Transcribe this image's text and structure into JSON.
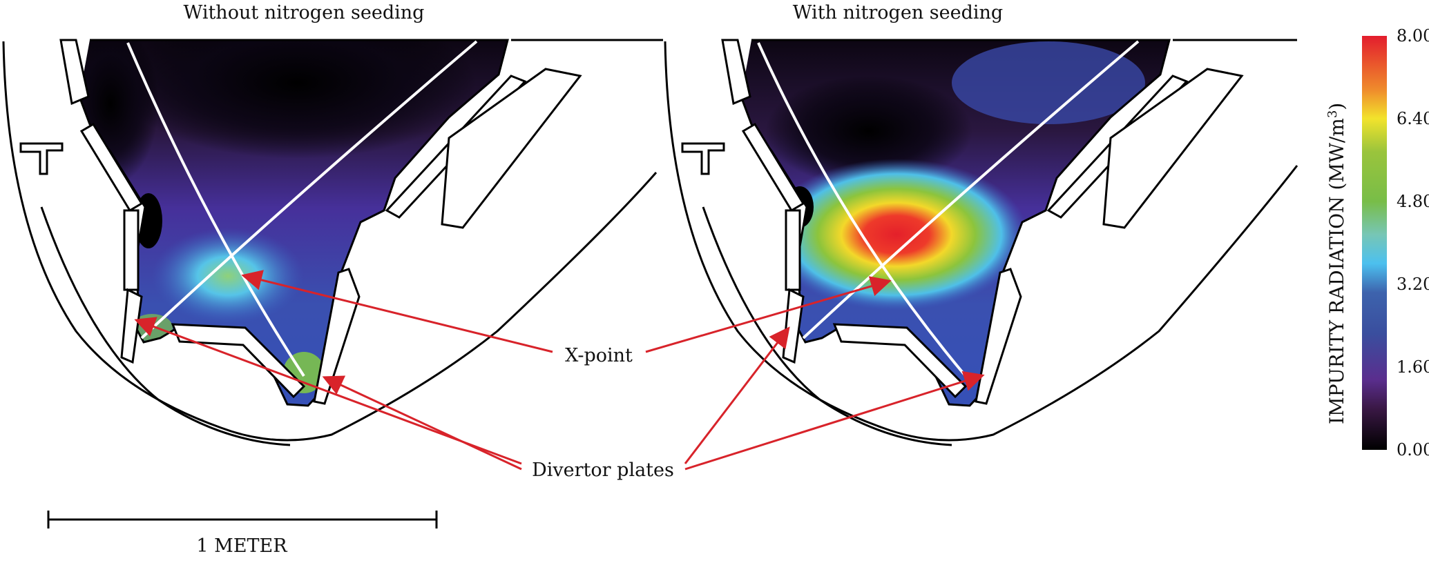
{
  "panels": [
    {
      "title": "Without nitrogen seeding"
    },
    {
      "title": "With nitrogen seeding"
    }
  ],
  "annotations": {
    "x_point": "X-point",
    "divertor_plates": "Divertor plates",
    "arrow_color": "#d8232a"
  },
  "scale_bar": {
    "label": "1 METER"
  },
  "colorbar": {
    "label_main": "IMPURITY RADIATION (MW/m",
    "label_sup": "3",
    "label_end": ")",
    "ticks": [
      "8.00",
      "6.40",
      "4.80",
      "3.20",
      "1.60",
      "0.00"
    ],
    "range": [
      0,
      8
    ],
    "colors": [
      "#000000",
      "#5a2a8a",
      "#3a55a5",
      "#4fc3ee",
      "#7bbf4a",
      "#f5e02a",
      "#e8202a"
    ]
  }
}
